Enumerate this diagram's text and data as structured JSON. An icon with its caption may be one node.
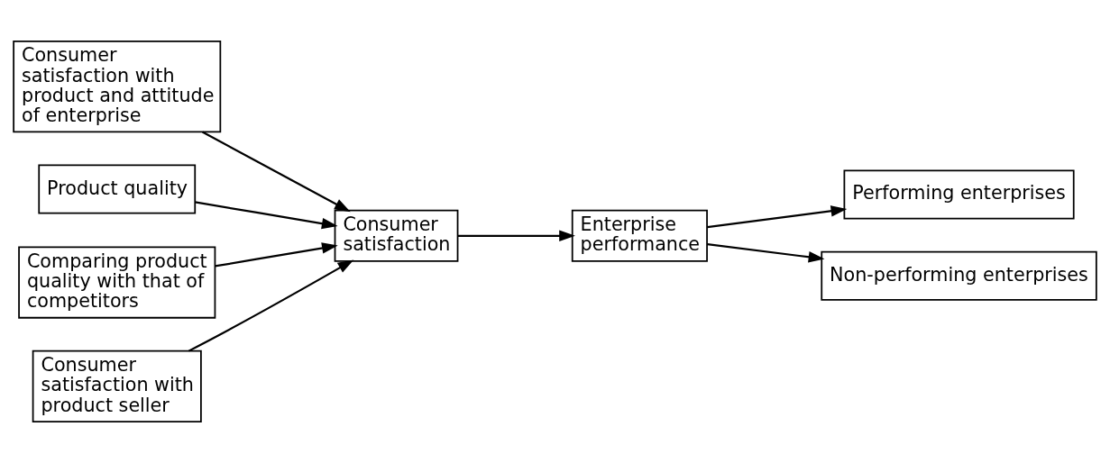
{
  "diagram": {
    "nodes": [
      {
        "text": [
          "Consumer satisfaction with product and attitude of enterprise"
        ]
      },
      {
        "text": [
          "Product quality"
        ]
      },
      {
        "text": [
          "Comparing product quality with that of competitors"
        ]
      },
      {
        "text": [
          "Consumer satisfaction with product seller"
        ]
      },
      {
        "text": [
          "Consumer satisfaction"
        ]
      },
      {
        "text": [
          "Enterprise performance"
        ]
      },
      {
        "text": [
          "Performing enterprises"
        ]
      },
      {
        "text": [
          "Non-performing enterprises"
        ]
      }
    ],
    "edges": [
      {
        "from": 0,
        "to": 4,
        "arrow": "to"
      },
      {
        "from": 1,
        "to": 4,
        "arrow": "to"
      },
      {
        "from": 2,
        "to": 4,
        "arrow": "to"
      },
      {
        "from": 3,
        "to": 4,
        "arrow": "to"
      },
      {
        "from": 4,
        "to": 5,
        "arrow": "to"
      },
      {
        "from": 5,
        "to": 6,
        "arrow": "to"
      },
      {
        "from": 5,
        "to": 7,
        "arrow": "to"
      }
    ]
  }
}
